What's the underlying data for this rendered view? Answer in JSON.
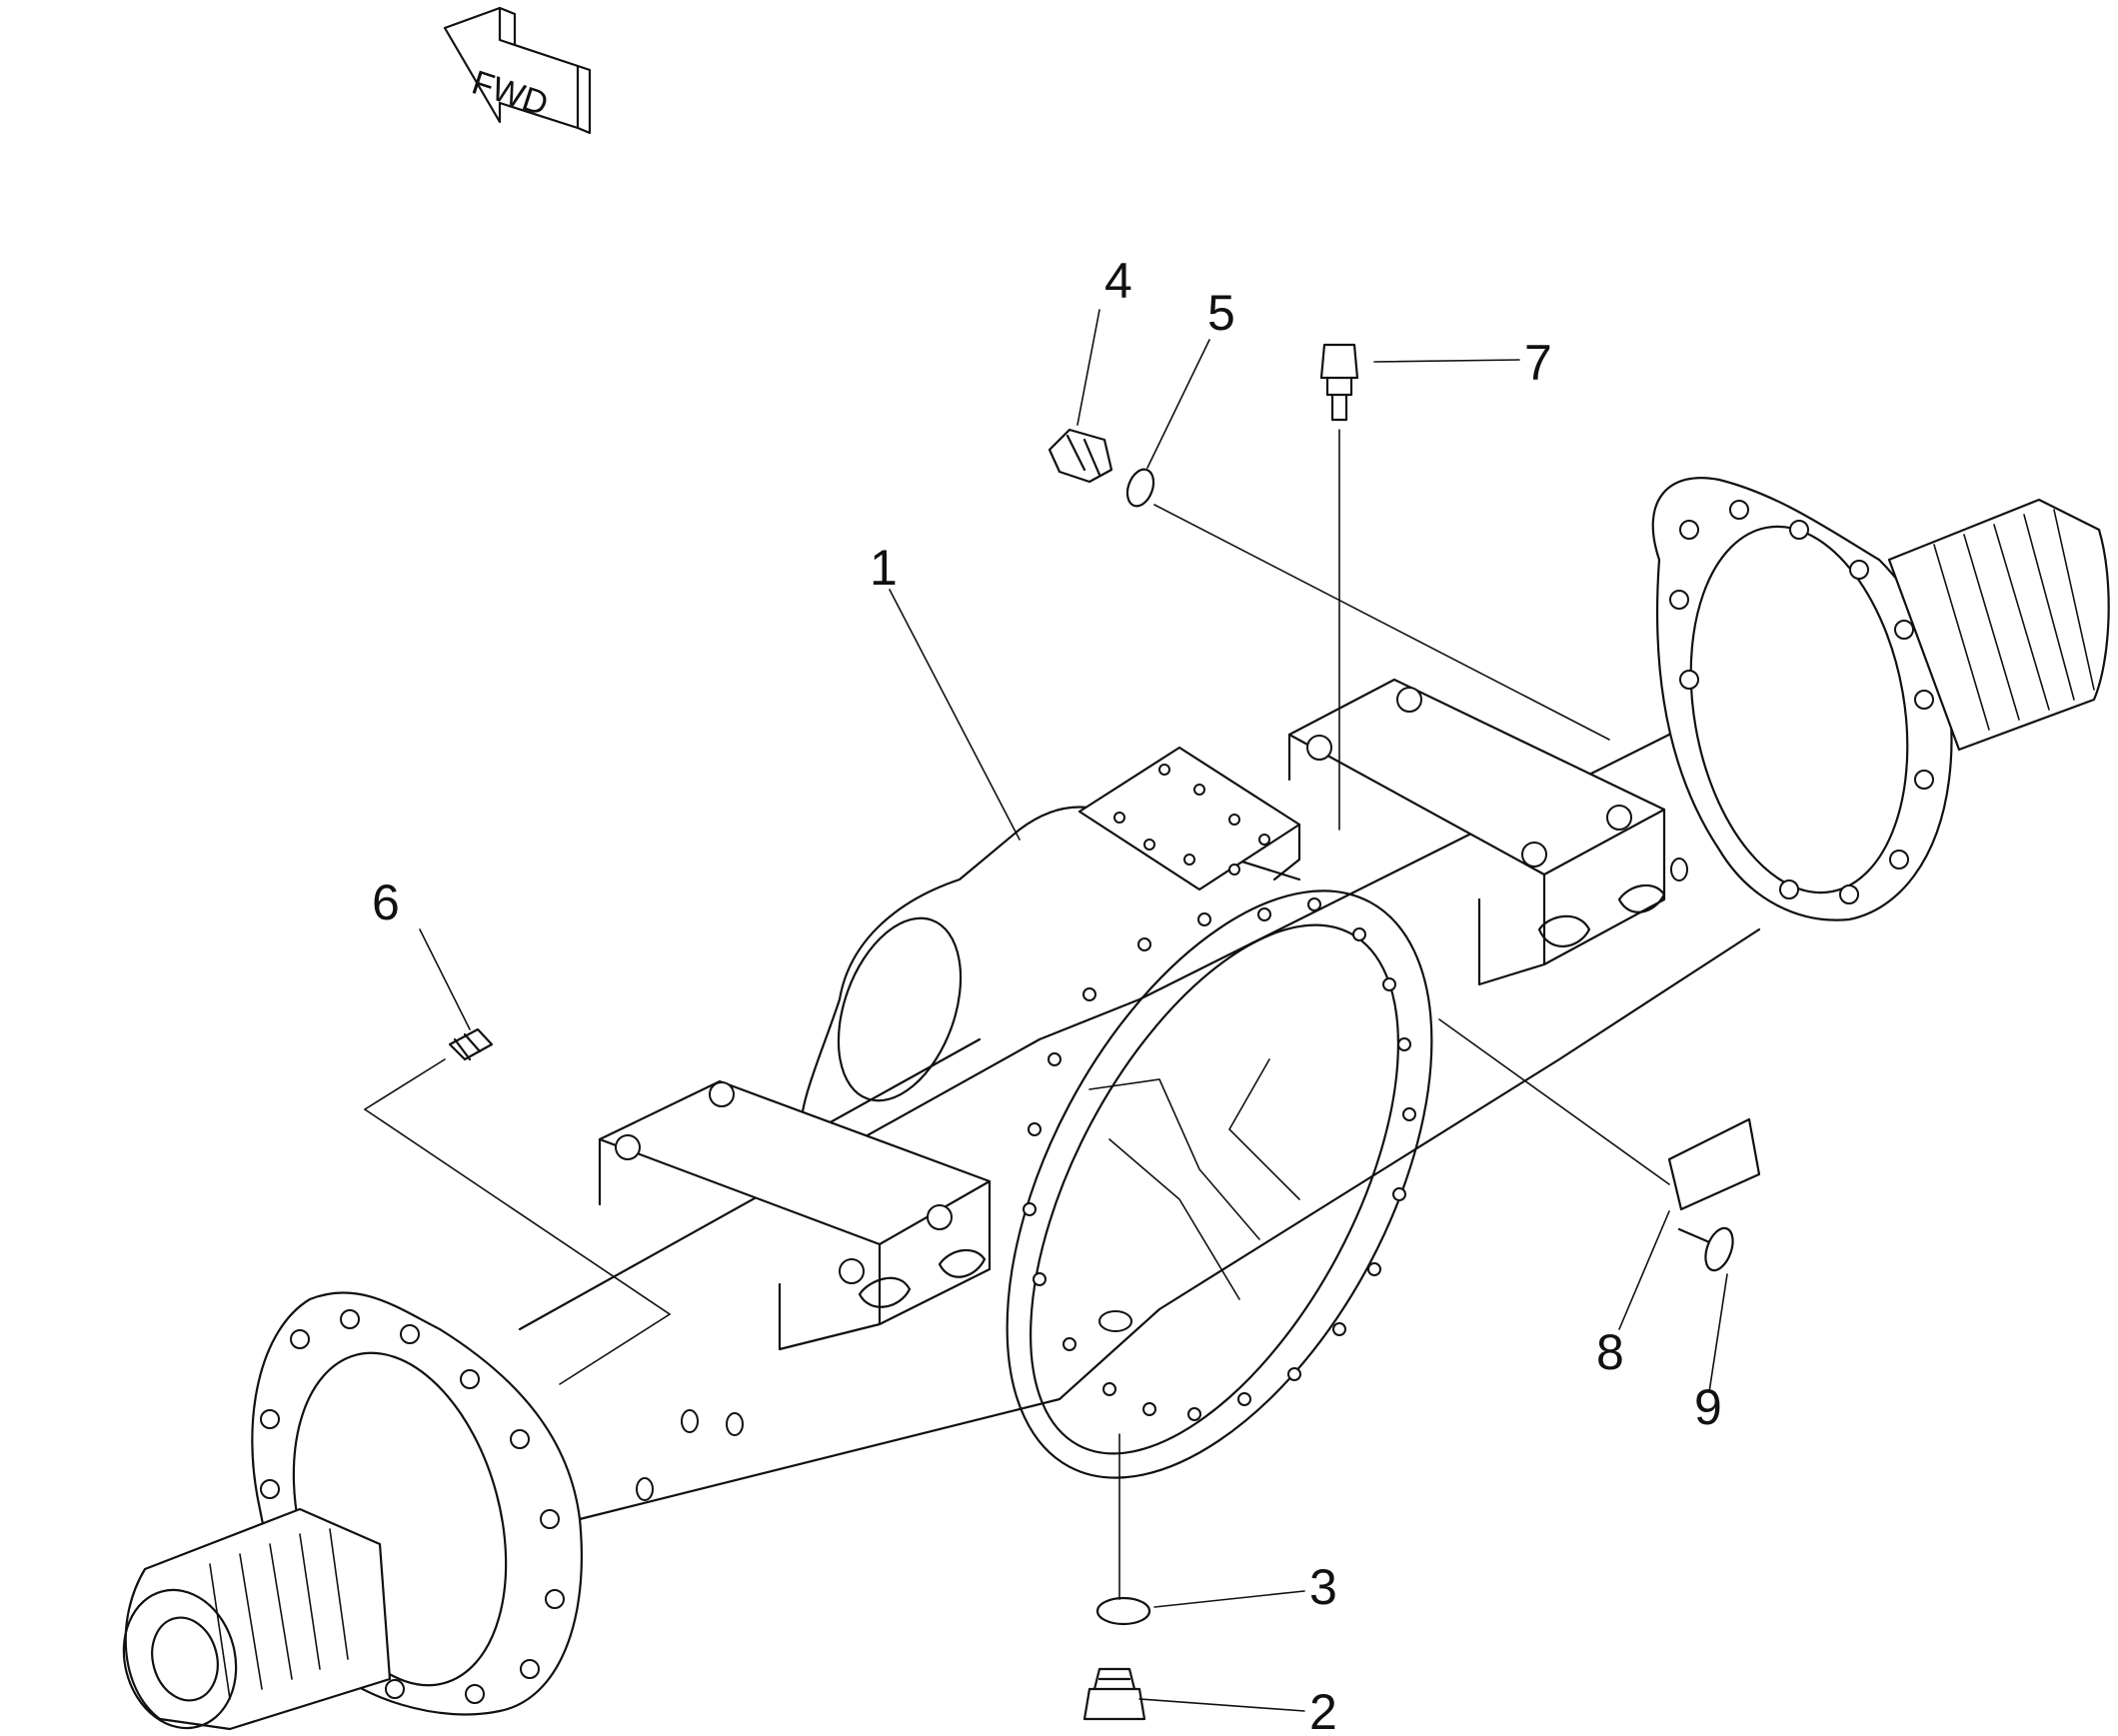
{
  "direction_marker": {
    "text": "FWD"
  },
  "callouts": [
    {
      "id": "1",
      "text": "1"
    },
    {
      "id": "2",
      "text": "2"
    },
    {
      "id": "3",
      "text": "3"
    },
    {
      "id": "4",
      "text": "4"
    },
    {
      "id": "5",
      "text": "5"
    },
    {
      "id": "6",
      "text": "6"
    },
    {
      "id": "7",
      "text": "7"
    },
    {
      "id": "8",
      "text": "8"
    },
    {
      "id": "9",
      "text": "9"
    }
  ],
  "colors": {
    "ink": "#111111",
    "paper": "#ffffff"
  }
}
